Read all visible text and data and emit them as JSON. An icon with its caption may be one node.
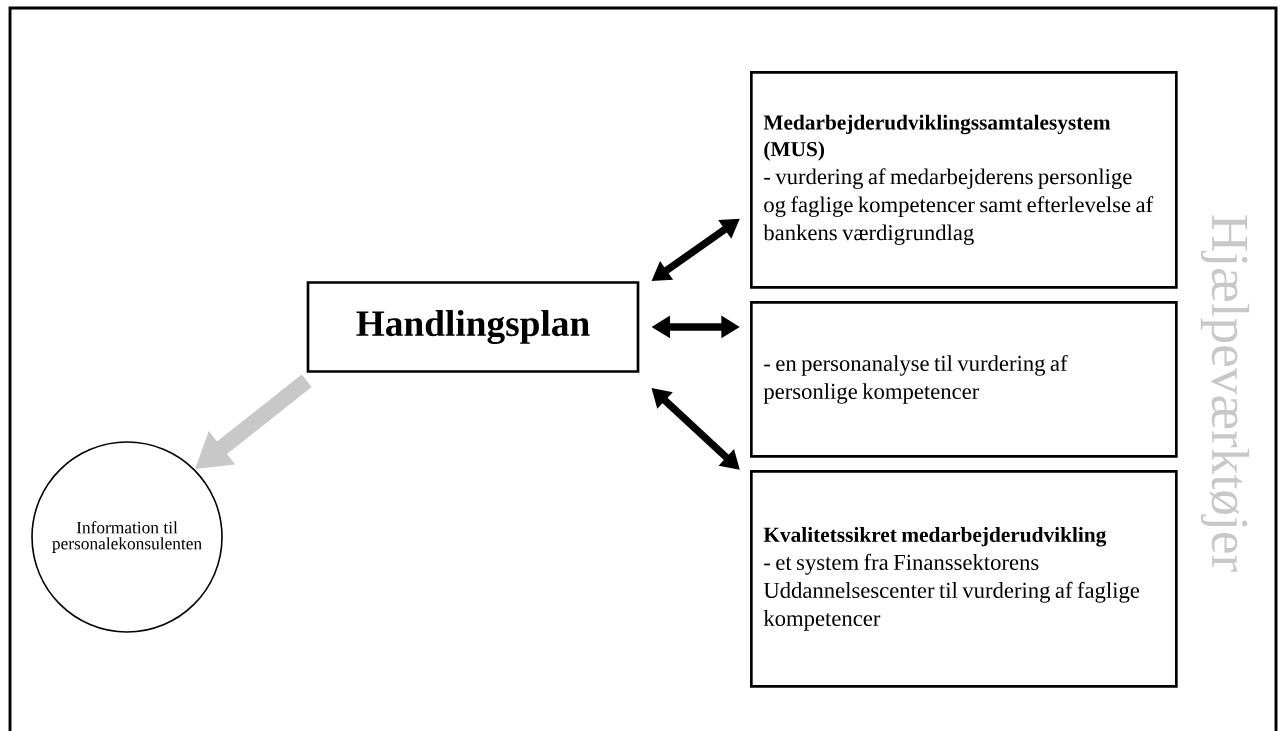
{
  "diagram": {
    "nodes": [
      {
        "text": [
          "Handlingsplan"
        ]
      },
      {
        "text": [
          "Medarbejderudviklingssamtalesystem (MUS)",
          "- vurdering af medarbejderens personlige og faglige kompetencer samt efterlevelse af bankens værdigrundlag"
        ]
      },
      {
        "text": [
          "- en personanalyse til vurdering af personlige kompetencer"
        ]
      },
      {
        "text": [
          "Kvalitetssikret medarbejderudvikling",
          "- et system fra Finanssektorens Uddannelsescenter til vurdering af faglige kompetencer"
        ]
      },
      {
        "text": [
          "Information til personalekonsulenten"
        ]
      }
    ],
    "edges": [
      {
        "from": 0,
        "to": 1,
        "arrow": "both"
      },
      {
        "from": 0,
        "to": 2,
        "arrow": "both"
      },
      {
        "from": 0,
        "to": 3,
        "arrow": "both"
      },
      {
        "from": 0,
        "to": 4,
        "arrow": "to",
        "style": "thick",
        "color": "#c8c8c8"
      }
    ],
    "labels": [
      "Hjælpeværktøjer"
    ]
  }
}
